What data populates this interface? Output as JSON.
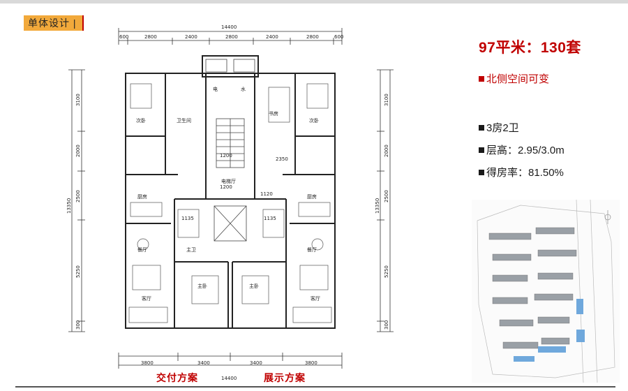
{
  "section_tag": "单体设计 |",
  "headline": "97平米：130套",
  "feature_highlight": "北侧空间可变",
  "features": [
    {
      "text": "3房2卫"
    },
    {
      "text": "层高：2.95/3.0m"
    },
    {
      "text": "得房率：81.50%"
    }
  ],
  "plan": {
    "top_total": "14400",
    "top_dims": [
      "600",
      "2800",
      "2400",
      "2800",
      "2400",
      "2800",
      "600"
    ],
    "bottom_total": "14400",
    "bottom_dims": [
      "3800",
      "3400",
      "3400",
      "3800"
    ],
    "left_dims": [
      "3100",
      "2000",
      "2500",
      "5250",
      "300"
    ],
    "left_total": "13350",
    "right_dims": [
      "3100",
      "2000",
      "2500",
      "5250",
      "300"
    ],
    "right_total": "13350",
    "room_labels": {
      "elec": "电",
      "water": "水",
      "lobby": "电梯厅",
      "living": "客厅",
      "master": "主卧",
      "kitchen": "厨房",
      "dining": "餐厅",
      "study": "书房",
      "bed": "次卧",
      "bath": "卫生间",
      "hall": "主卫"
    },
    "inner_dims": [
      "1200",
      "1200",
      "2350",
      "1135",
      "1120",
      "1135"
    ]
  },
  "label_delivery": "交付方案",
  "label_display": "展示方案",
  "colors": {
    "accent_red": "#c00000",
    "tag_orange": "#f2a93b",
    "pool_blue": "#6fa8dc"
  }
}
